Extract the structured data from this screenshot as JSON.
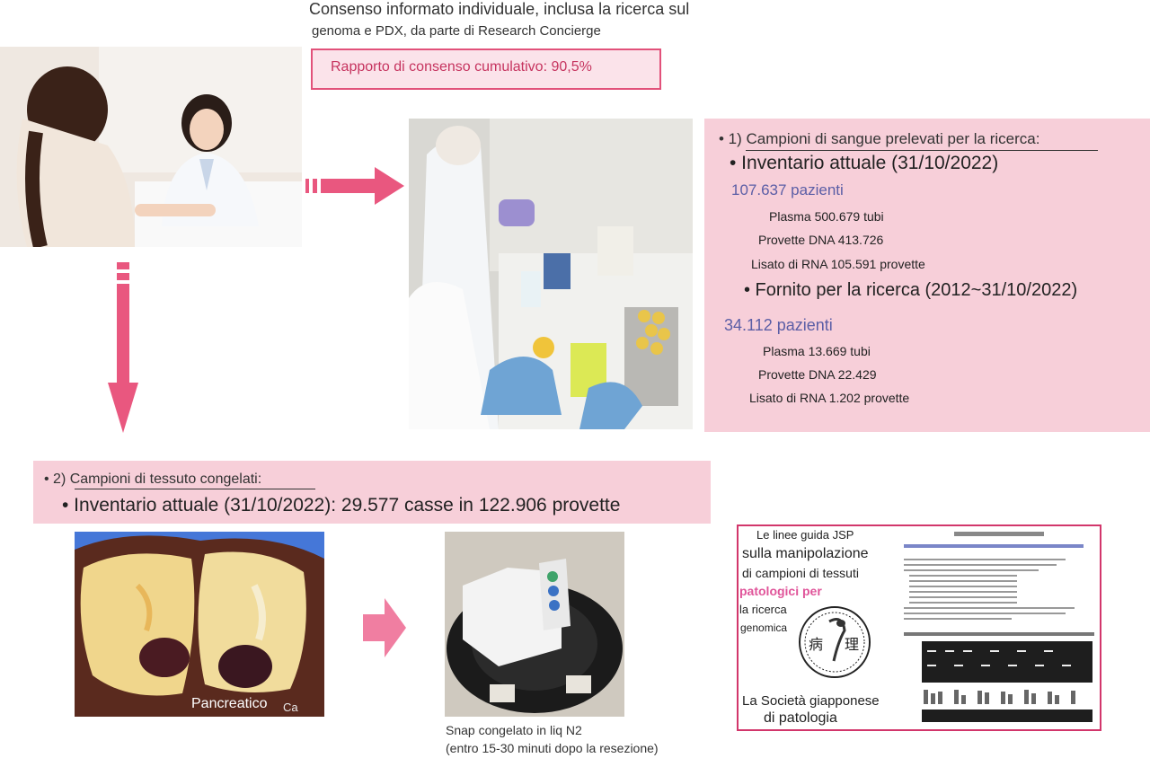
{
  "consent": {
    "line1": "Consenso informato individuale, inclusa la ricerca sul",
    "line2": "genoma e PDX, da parte di Research Concierge",
    "rate": "Rapporto di consenso cumulativo: 90,5%"
  },
  "blood": {
    "heading": "• 1) Campioni di sangue prelevati per la ricerca:",
    "inventory_title": "• Inventario attuale (31/10/2022)",
    "inventory_patients": "107.637 pazienti",
    "inventory_plasma": "Plasma 500.679 tubi",
    "inventory_dna": "Provette DNA 413.726",
    "inventory_rna": "Lisato di RNA 105.591 provette",
    "provided_title": "• Fornito per la ricerca (2012~31/10/2022)",
    "provided_patients": "34.112 pazienti",
    "provided_plasma": "Plasma 13.669 tubi",
    "provided_dna": "Provette DNA 22.429",
    "provided_rna": "Lisato di RNA 1.202 provette"
  },
  "tissue": {
    "heading": "• 2) Campioni di tessuto congelati:",
    "inventory": "• Inventario attuale (31/10/2022): 29.577 casse in 122.906 provette",
    "pancreas_label": "Pancreatico",
    "pancreas_suffix": "Ca",
    "snap_line1": "Snap congelato in liq N2",
    "snap_line2": "(entro 15-30 minuti dopo la resezione)"
  },
  "guideline": {
    "line1": "Le linee guida JSP",
    "line2": "sulla manipolazione",
    "line3": "di campioni di tessuti",
    "line4": "patologici per",
    "line5": "la ricerca",
    "line6": "genomica",
    "society1": "La Società giapponese",
    "society2": "di patologia",
    "seal_char1": "病",
    "seal_char2": "理"
  },
  "colors": {
    "accent_pink": "#e2517a",
    "panel_pink": "#f7cfd9",
    "patients_blue": "#5b5ea6"
  }
}
